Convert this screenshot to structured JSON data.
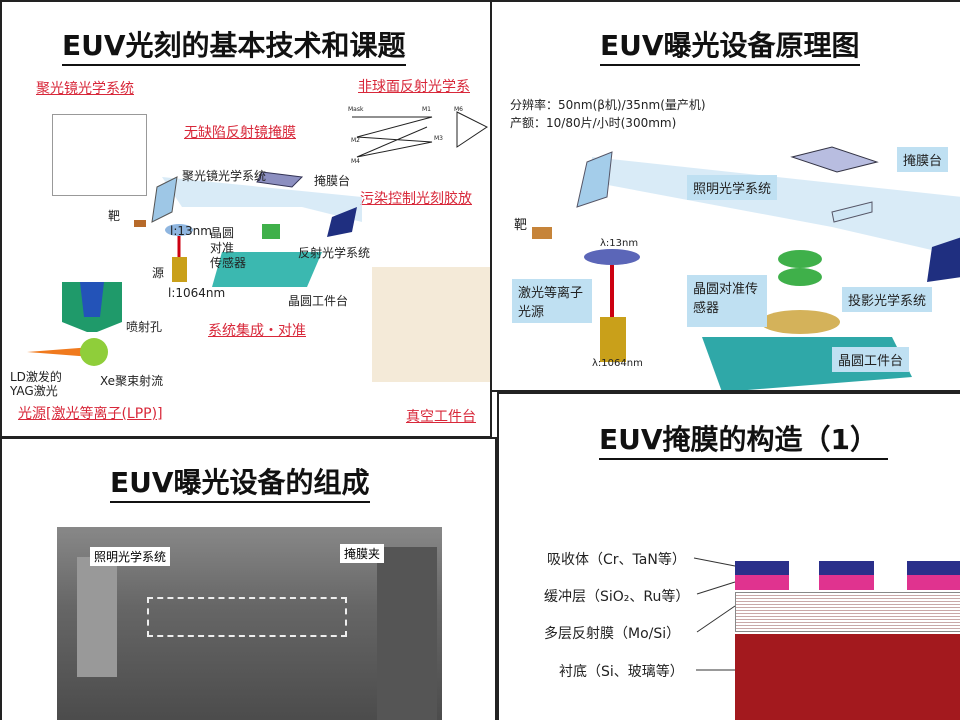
{
  "panels": {
    "tl": {
      "title": "EUV光刻的基本技术和课题",
      "red_labels": [
        "聚光镜光学系统",
        "非球面反射光学系",
        "无缺陷反射镜掩膜",
        "污染控制光刻胶放",
        "系统集成・对准",
        "光源[激光等离子(LPP)]",
        "真空工件台"
      ],
      "labels": [
        "聚光镜光学系统",
        "掩膜台",
        "靶",
        "l:13nm",
        "晶圆",
        "对准",
        "传感器",
        "反射光学系统",
        "源",
        "l:1064nm",
        "晶圆工件台",
        "喷射孔",
        "LD激发的",
        "YAG激光",
        "Xe聚束射流"
      ],
      "mirror_labels": [
        "Mask",
        "M1",
        "M6",
        "M2",
        "M3",
        "M4"
      ]
    },
    "tr": {
      "title": "EUV曝光设备原理图",
      "spec1": "分辨率：50nm(β机)/35nm(量产机)",
      "spec2": "产额：10/80片/小时(300mm)",
      "labels": {
        "mask_stage": "掩膜台",
        "illum": "照明光学系统",
        "target": "靶",
        "wl13": "λ:13nm",
        "lpp": "激光等离子光源",
        "align": "晶圆对准传感器",
        "proj": "投影光学系统",
        "wl1064": "λ:1064nm",
        "wafer_stage": "晶圆工件台"
      }
    },
    "bl": {
      "title": "EUV曝光设备的组成",
      "labels": {
        "illum": "照明光学系统",
        "mask_holder": "掩膜夹"
      }
    },
    "br": {
      "title": "EUV掩膜的构造（1）",
      "layers": [
        "吸收体（Cr、TaN等）",
        "缓冲层（SiO₂、Ru等）",
        "多层反射膜（Mo/Si）",
        "衬底（Si、玻璃等）"
      ]
    }
  },
  "colors": {
    "red": "#d8283a",
    "absorber": "#2a2f8a",
    "buffer": "#e0338f",
    "substrate": "#a3191e",
    "beam": "#cfe6f5"
  }
}
